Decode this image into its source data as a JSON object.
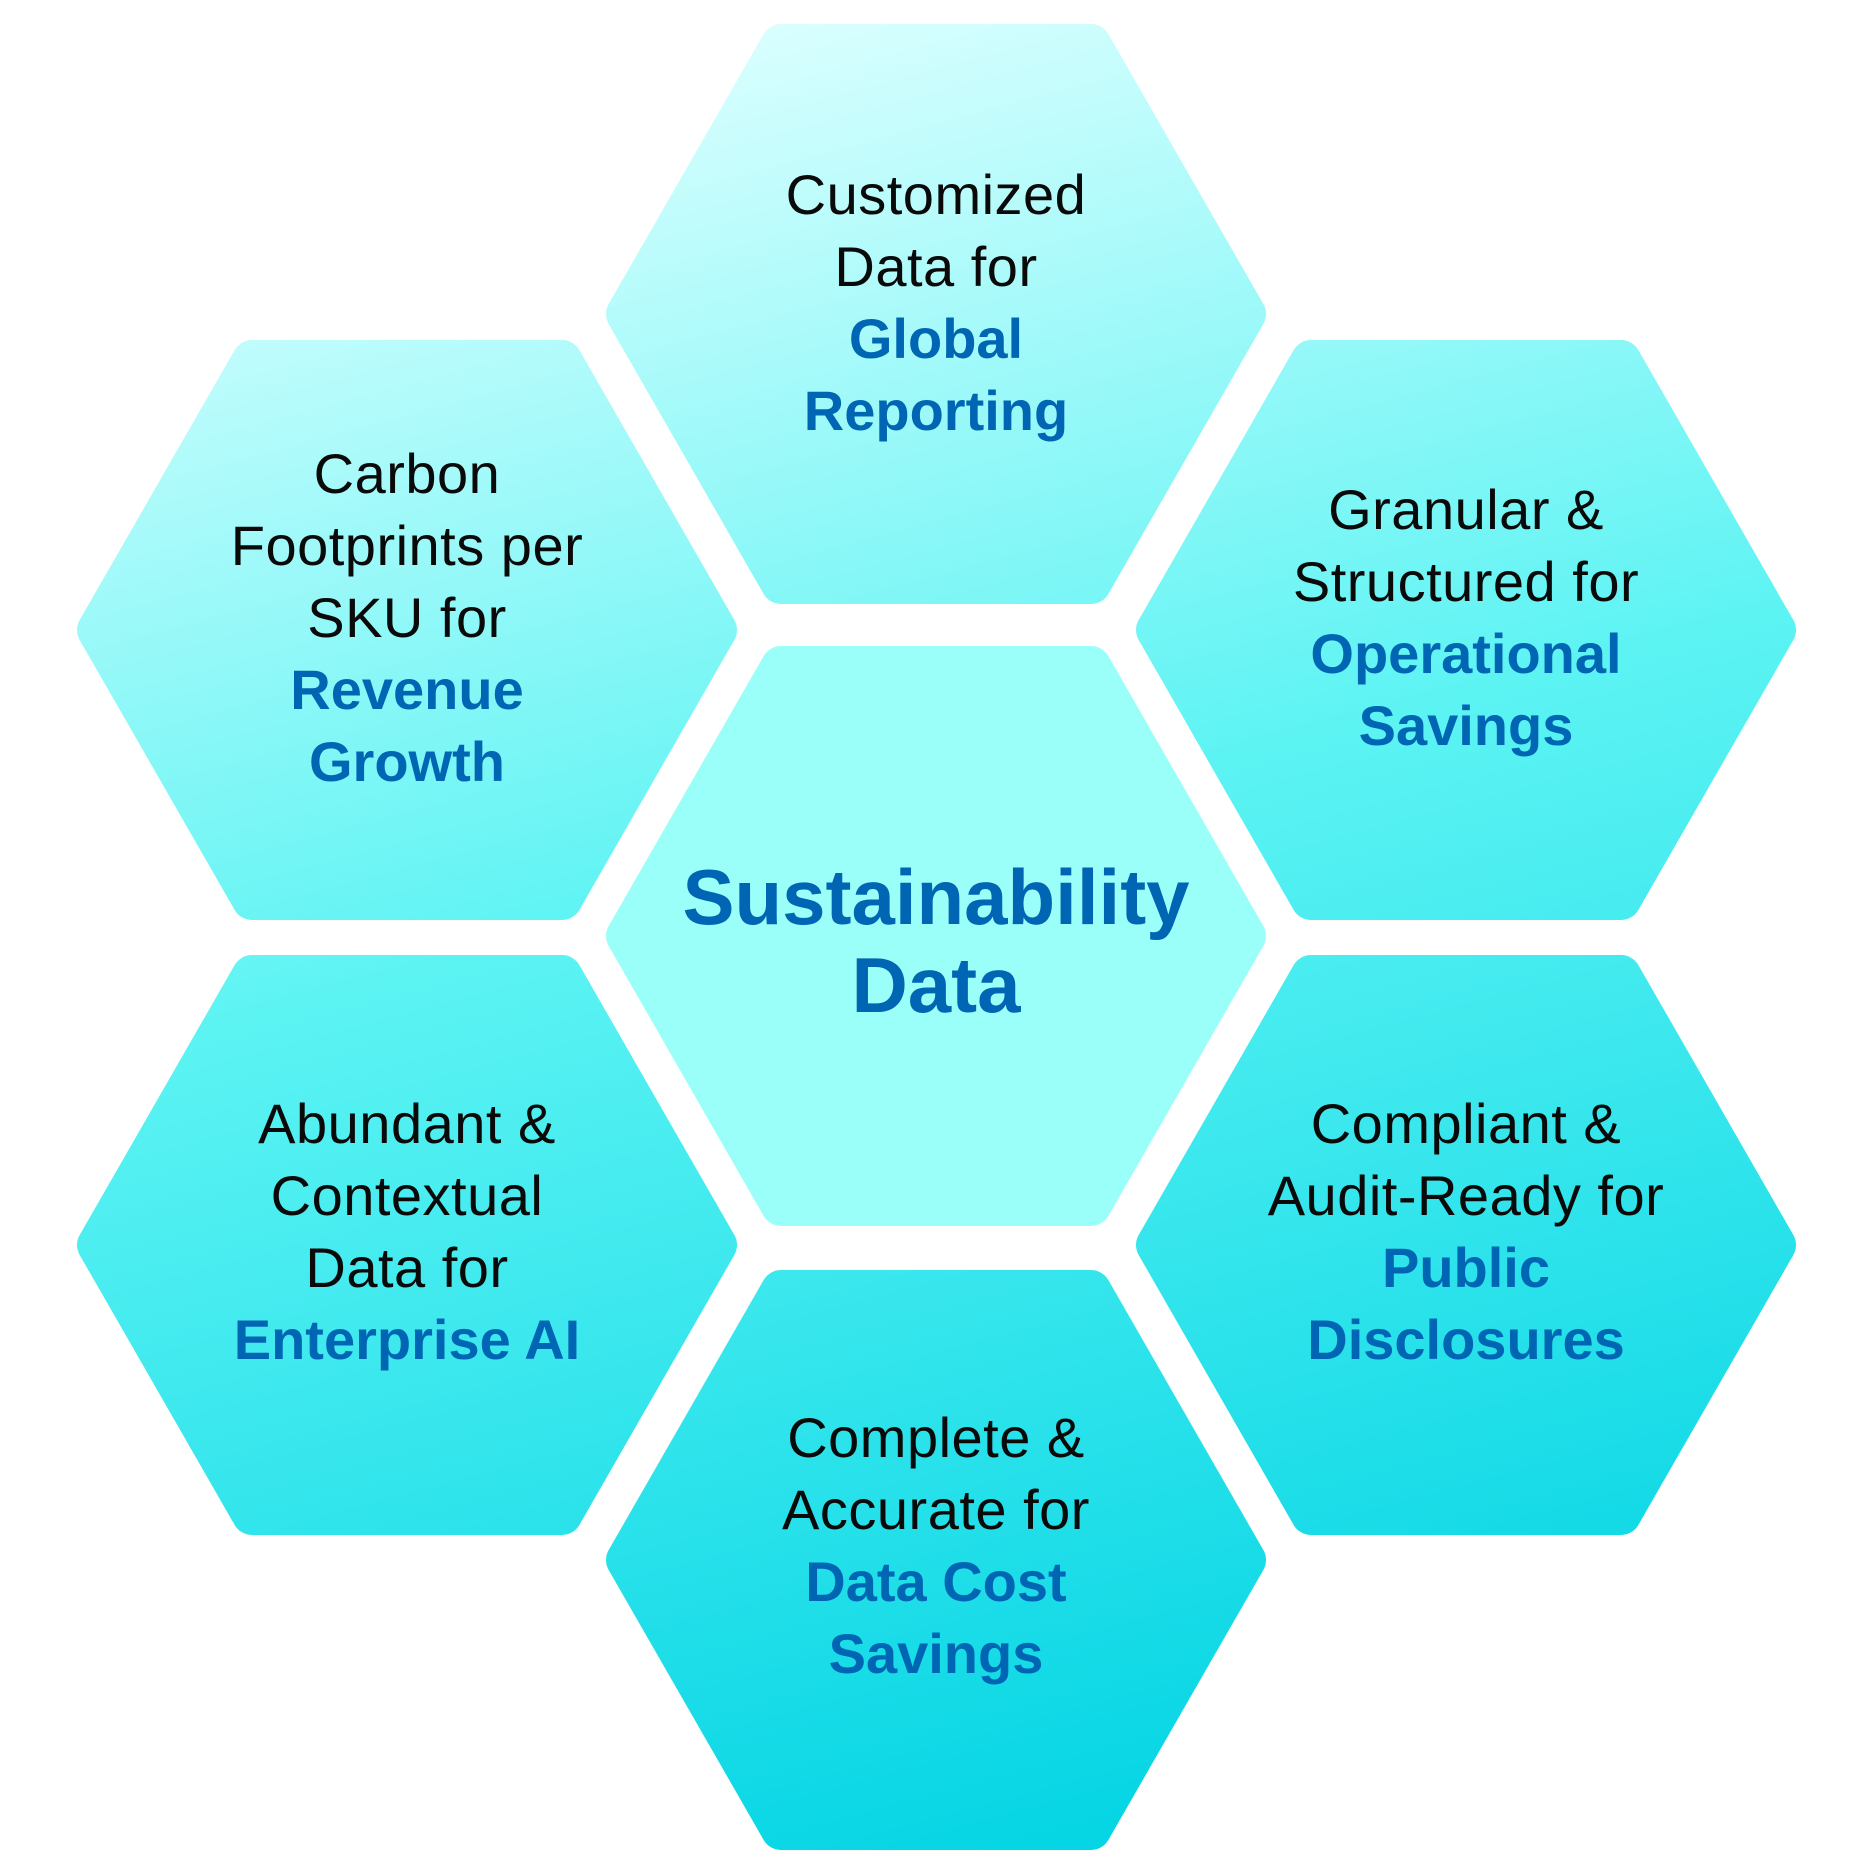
{
  "colors": {
    "gradient_start": "#e0ffff",
    "gradient_end": "#00d3e3",
    "center_fill": "#9bfff9",
    "accent_text": "#0066b3",
    "body_text": "#0a0a0a"
  },
  "center": {
    "lines": [
      "Sustainability",
      "Data"
    ]
  },
  "hexagons": [
    {
      "id": "top",
      "plain": [
        "Customized",
        "Data for"
      ],
      "highlight": [
        "Global",
        "Reporting"
      ]
    },
    {
      "id": "top-left",
      "plain": [
        "Carbon",
        "Footprints per",
        "SKU for"
      ],
      "highlight": [
        "Revenue",
        "Growth"
      ]
    },
    {
      "id": "top-right",
      "plain": [
        "Granular &",
        "Structured for"
      ],
      "highlight": [
        "Operational",
        "Savings"
      ]
    },
    {
      "id": "bottom-left",
      "plain": [
        "Abundant &",
        "Contextual",
        "Data for"
      ],
      "highlight": [
        "Enterprise AI"
      ]
    },
    {
      "id": "bottom-right",
      "plain": [
        "Compliant &",
        "Audit-Ready for"
      ],
      "highlight": [
        "Public",
        "Disclosures"
      ]
    },
    {
      "id": "bottom",
      "plain": [
        "Complete &",
        "Accurate for"
      ],
      "highlight": [
        "Data Cost",
        "Savings"
      ]
    }
  ]
}
